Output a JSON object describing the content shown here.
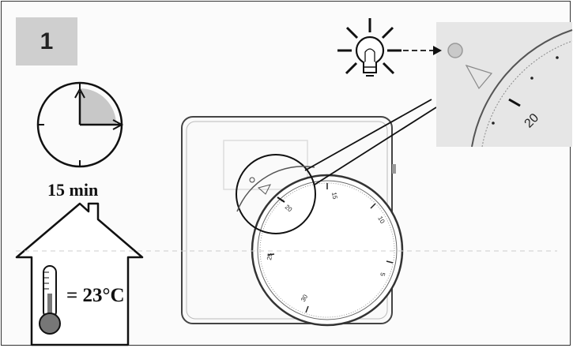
{
  "step": {
    "number": "1"
  },
  "timer": {
    "label": "15 min"
  },
  "room": {
    "temperature_label": "= 23°C"
  },
  "dial": {
    "scale_labels": [
      "15",
      "10",
      "5",
      "25",
      "30"
    ]
  },
  "zoom": {
    "marker_label": "20",
    "inset_marker_label": "20"
  },
  "icons": [
    "clock-icon",
    "house-icon",
    "thermometer-icon",
    "lightbulb-icon",
    "led-indicator-icon"
  ],
  "colors": {
    "badge": "#cfcfcf",
    "clock_fill": "#c8c8c8",
    "thermometer_bulb": "#777777"
  }
}
